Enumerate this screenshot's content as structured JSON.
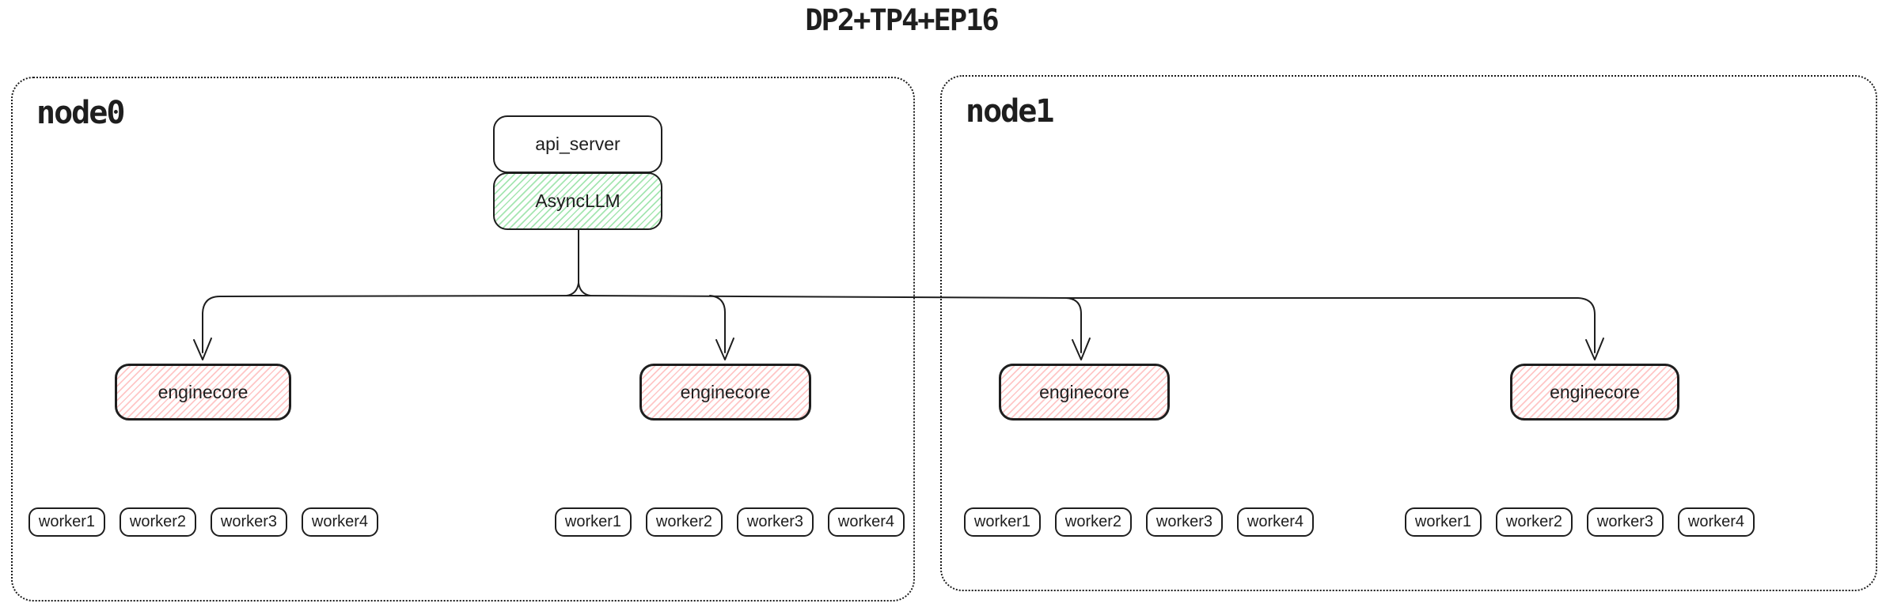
{
  "title": "DP2+TP4+EP16",
  "diagram": {
    "colors": {
      "stroke": "#1e1e1e",
      "green_hatch": "#a5e6b1",
      "red_hatch": "#ffc6c6"
    },
    "nodes": [
      {
        "label": "node0",
        "stack": {
          "api_server": "api_server",
          "async_llm": "AsyncLLM"
        },
        "enginecores": [
          "enginecore",
          "enginecore"
        ],
        "worker_groups": [
          [
            "worker1",
            "worker2",
            "worker3",
            "worker4"
          ],
          [
            "worker1",
            "worker2",
            "worker3",
            "worker4"
          ]
        ]
      },
      {
        "label": "node1",
        "enginecores": [
          "enginecore",
          "enginecore"
        ],
        "worker_groups": [
          [
            "worker1",
            "worker2",
            "worker3",
            "worker4"
          ],
          [
            "worker1",
            "worker2",
            "worker3",
            "worker4"
          ]
        ]
      }
    ]
  }
}
